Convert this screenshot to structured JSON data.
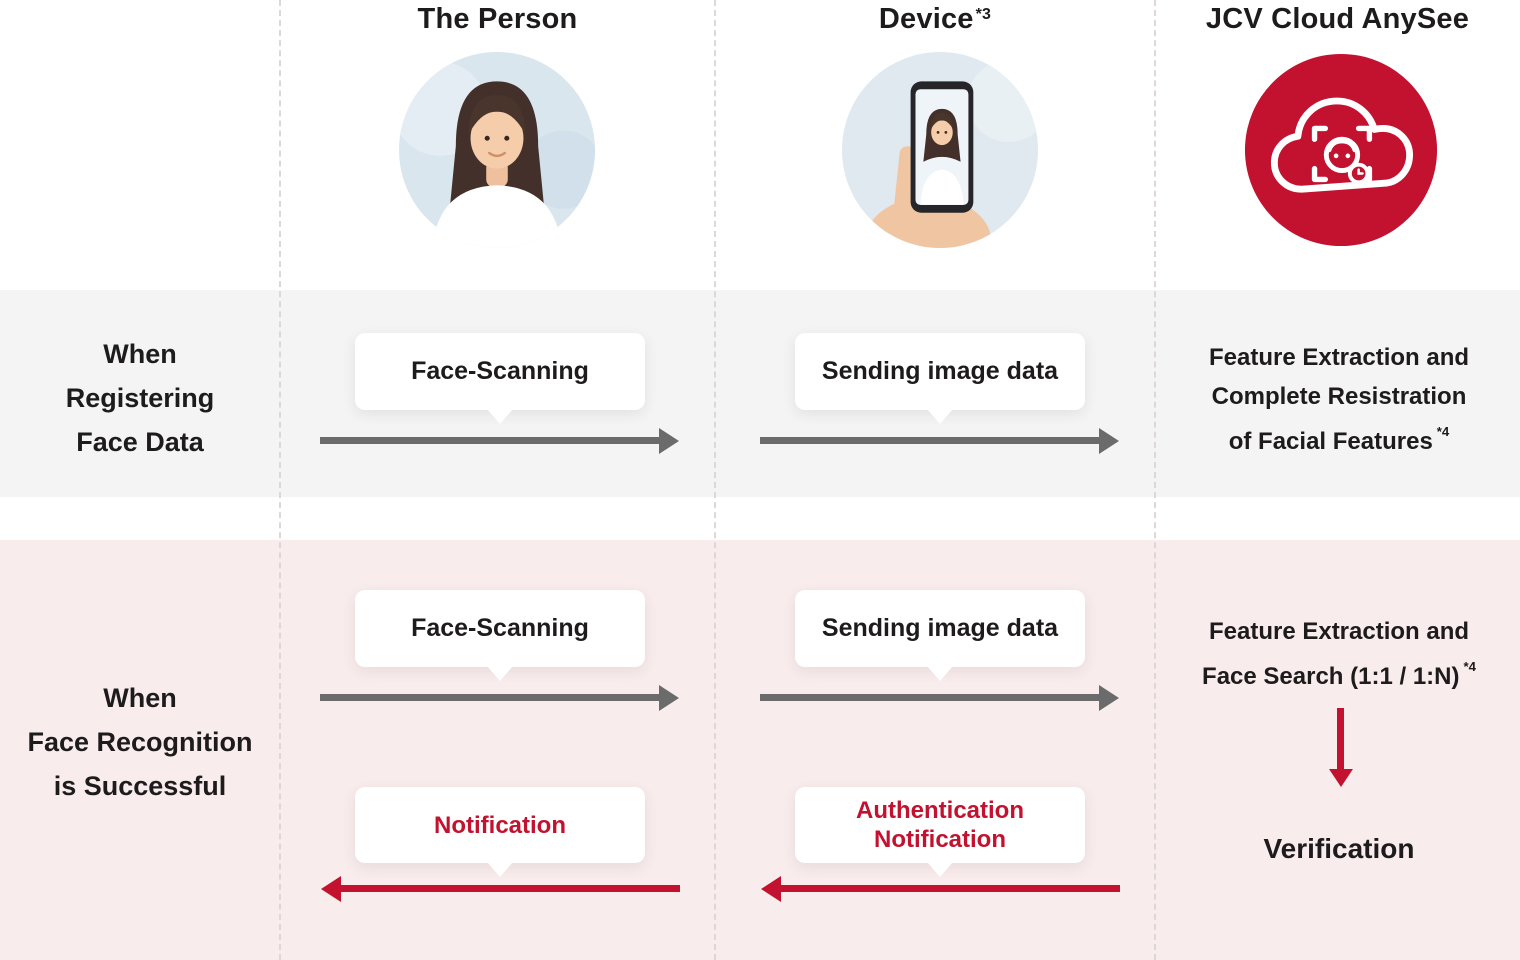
{
  "colors": {
    "brand_red": "#c2122f",
    "arrow_grey": "#6b6b6b",
    "registering_band_bg": "#f4f4f4",
    "recognition_band_bg": "#f9ecec",
    "text_dark": "#1d1b1c"
  },
  "columns": {
    "person": {
      "title": "The Person"
    },
    "device": {
      "title": "Device",
      "footnote": "*3"
    },
    "cloud": {
      "title": "JCV Cloud AnySee"
    }
  },
  "icons": {
    "person_avatar": "woman-portrait-photo",
    "device_avatar": "hand-holding-smartphone-photo",
    "cloud_badge": "cloud-with-face-scan-icon"
  },
  "registering": {
    "row_label": "When\nRegistering\nFace Data",
    "person_bubble": "Face-Scanning",
    "device_bubble": "Sending image data",
    "cloud_text": "Feature Extraction and\nComplete Resistration\nof Facial Features",
    "cloud_footnote": "*4"
  },
  "recognition": {
    "row_label": "When\nFace Recognition\nis Successful",
    "person_bubble": "Face-Scanning",
    "device_bubble": "Sending image data",
    "cloud_text": "Feature Extraction and\nFace Search (1:1 / 1:N)",
    "cloud_footnote": "*4",
    "verification_label": "Verification",
    "person_return_bubble": "Notification",
    "device_return_bubble": "Authentication\nNotification"
  }
}
